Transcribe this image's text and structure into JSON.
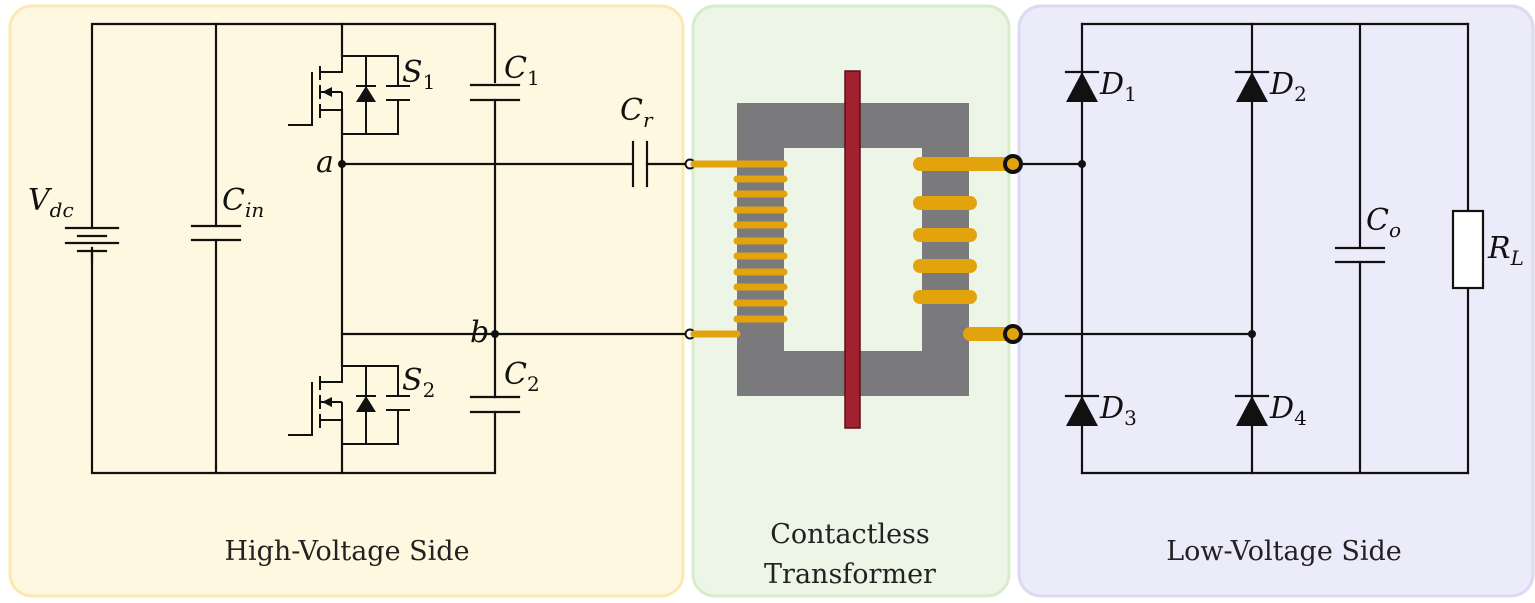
{
  "panels": {
    "high_voltage": {
      "caption": "High-Voltage Side",
      "fill": "#FFF8E1",
      "stroke": "#FBE8B5"
    },
    "transformer": {
      "caption_line1": "Contactless",
      "caption_line2": "Transformer",
      "fill": "#ECF5E6",
      "stroke": "#D8EBCC"
    },
    "low_voltage": {
      "caption": "Low-Voltage Side",
      "fill": "#ECEBFA",
      "stroke": "#DCDAF2"
    }
  },
  "labels": {
    "vdc": {
      "main": "V",
      "sub": "dc"
    },
    "cin": {
      "main": "C",
      "sub": "in"
    },
    "s1": {
      "main": "S",
      "sub": "1"
    },
    "s2": {
      "main": "S",
      "sub": "2"
    },
    "c1": {
      "main": "C",
      "sub": "1"
    },
    "c2": {
      "main": "C",
      "sub": "2"
    },
    "cr": {
      "main": "C",
      "sub": "r"
    },
    "node_a": "a",
    "node_b": "b",
    "d1": {
      "main": "D",
      "sub": "1"
    },
    "d2": {
      "main": "D",
      "sub": "2"
    },
    "d3": {
      "main": "D",
      "sub": "3"
    },
    "d4": {
      "main": "D",
      "sub": "4"
    },
    "co": {
      "main": "C",
      "sub": "o"
    },
    "rl": {
      "main": "R",
      "sub": "L"
    }
  },
  "colors": {
    "core": "#7A7A7C",
    "barrier": "#A3202E",
    "winding": "#E2A30D",
    "wire": "#111111"
  }
}
